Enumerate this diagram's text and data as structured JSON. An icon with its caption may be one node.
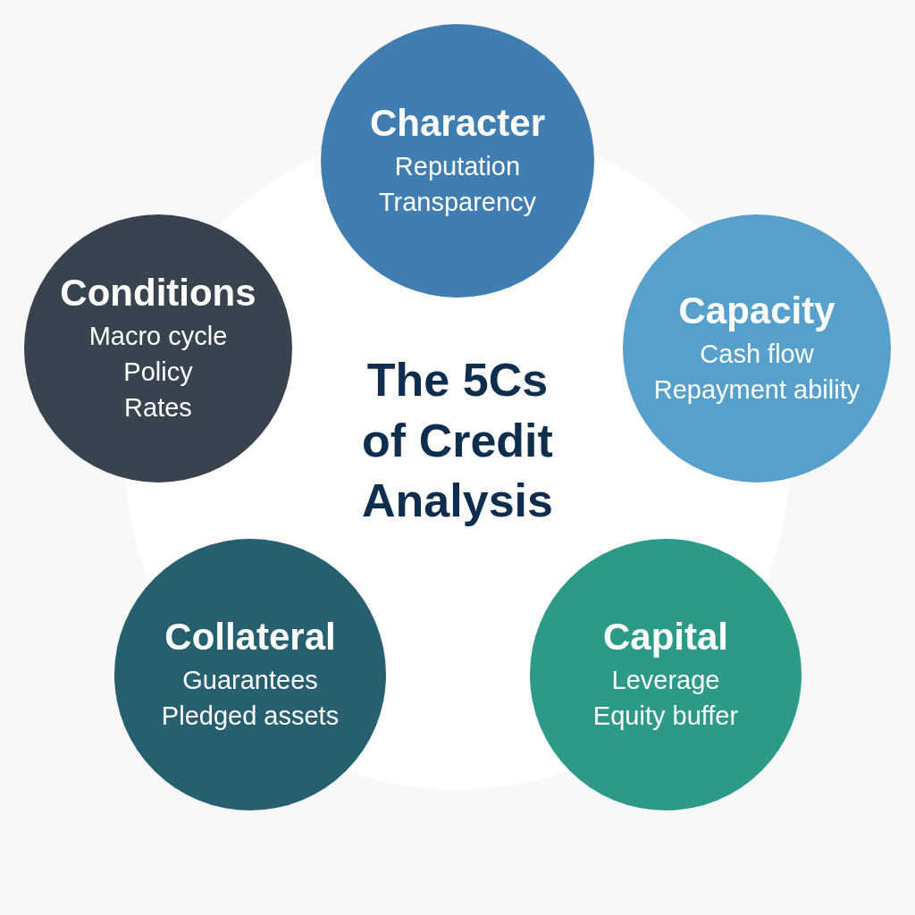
{
  "diagram": {
    "title": "The 5Cs of Credit Analysis",
    "nodes": [
      {
        "text": [
          "Character",
          "Reputation",
          "Transparency"
        ]
      },
      {
        "text": [
          "Capacity",
          "Cash flow",
          "Repayment ability"
        ]
      },
      {
        "text": [
          "Capital",
          "Leverage",
          "Equity buffer"
        ]
      },
      {
        "text": [
          "Collateral",
          "Guarantees",
          "Pledged assets"
        ]
      },
      {
        "text": [
          "Conditions",
          "Macro cycle",
          "Policy",
          "Rates"
        ]
      }
    ]
  }
}
